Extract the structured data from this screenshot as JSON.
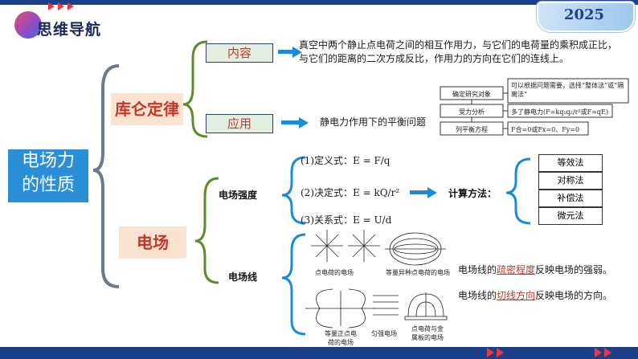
{
  "header": {
    "title": "思维导航",
    "year": "2025"
  },
  "root": {
    "label_line1": "电场力",
    "label_line2": "的性质"
  },
  "coulomb": {
    "label": "库仑定律",
    "content_label": "内容",
    "content_text": "真空中两个静止点电荷之间的相互作用力，与它们的电荷量的乘积成正比，与它们的距离的二次方成反比，作用力的方向在它们的连线上。",
    "application_label": "应用",
    "application_text": "静电力作用下的平衡问题",
    "steps": [
      "确定研究对象",
      "受力分析",
      "列平衡方程"
    ],
    "step_notes": [
      "可以根据问题需要，选择“整体法”或“隔离法”",
      "多了静电力(F=kq₁q₂/r²或F=qE)",
      "F合=0或Fx=0、Fy=0"
    ]
  },
  "field": {
    "label": "电场",
    "strength_label": "电场强度",
    "formulas": [
      "(1)定义式：E = F/q",
      "(2)决定式：E = kQ/r²",
      "(3)关系式：E = U/d"
    ],
    "method_label": "计算方法：",
    "methods": [
      "等效法",
      "对称法",
      "补偿法",
      "微元法"
    ],
    "lines_label": "电场线",
    "diagram_captions": [
      "点电荷的电场",
      "等量异种点电荷的电场",
      "等量正点电荷的电场",
      "匀强电场",
      "点电荷与金属板的电场"
    ],
    "density_text": {
      "before": "电场线的",
      "key": "疏密程度",
      "after": "反映电场的强弱。"
    },
    "tangent_text": {
      "before": "电场线的",
      "key": "切线方向",
      "after": "反映电场的方向。"
    }
  },
  "colors": {
    "accent_blue": "#1b8bd8",
    "dark_blue": "#1c3f8a",
    "key_red": "#c0392b"
  }
}
